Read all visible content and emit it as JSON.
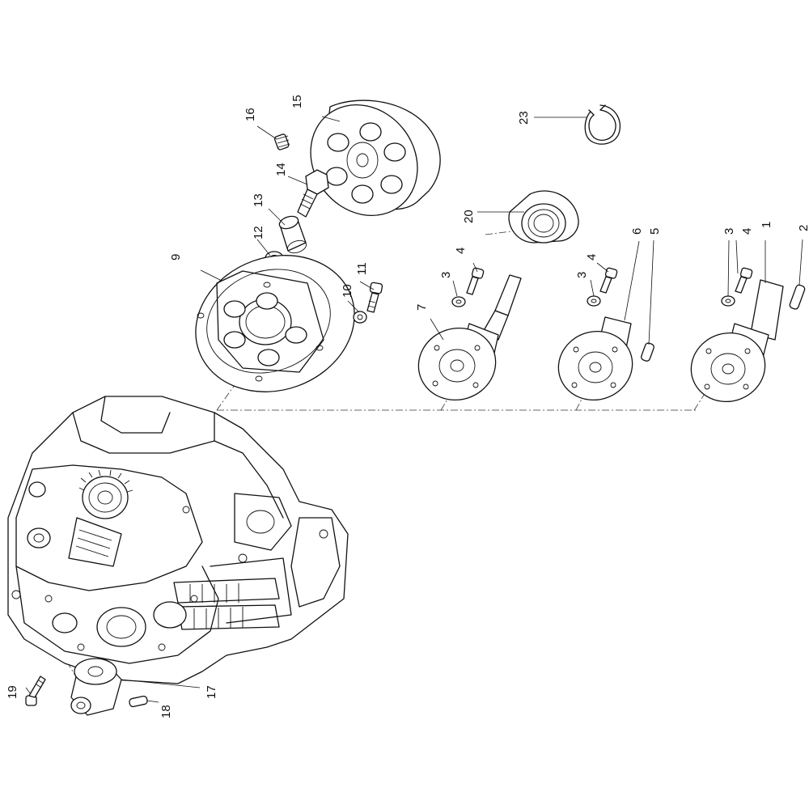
{
  "callouts": [
    {
      "id": "c1",
      "text": "1"
    },
    {
      "id": "c2",
      "text": "2"
    },
    {
      "id": "c3a",
      "text": "3"
    },
    {
      "id": "c4a",
      "text": "4"
    },
    {
      "id": "c3b",
      "text": "3"
    },
    {
      "id": "c4b",
      "text": "4"
    },
    {
      "id": "c3c",
      "text": "3"
    },
    {
      "id": "c4c",
      "text": "4"
    },
    {
      "id": "c5",
      "text": "5"
    },
    {
      "id": "c6",
      "text": "6"
    },
    {
      "id": "c7",
      "text": "7"
    },
    {
      "id": "c9",
      "text": "9"
    },
    {
      "id": "c10",
      "text": "10"
    },
    {
      "id": "c11",
      "text": "11"
    },
    {
      "id": "c12",
      "text": "12"
    },
    {
      "id": "c13",
      "text": "13"
    },
    {
      "id": "c14",
      "text": "14"
    },
    {
      "id": "c15",
      "text": "15"
    },
    {
      "id": "c16",
      "text": "16"
    },
    {
      "id": "c17",
      "text": "17"
    },
    {
      "id": "c18",
      "text": "18"
    },
    {
      "id": "c19",
      "text": "19"
    },
    {
      "id": "c20",
      "text": "20"
    },
    {
      "id": "c23",
      "text": "23"
    }
  ]
}
